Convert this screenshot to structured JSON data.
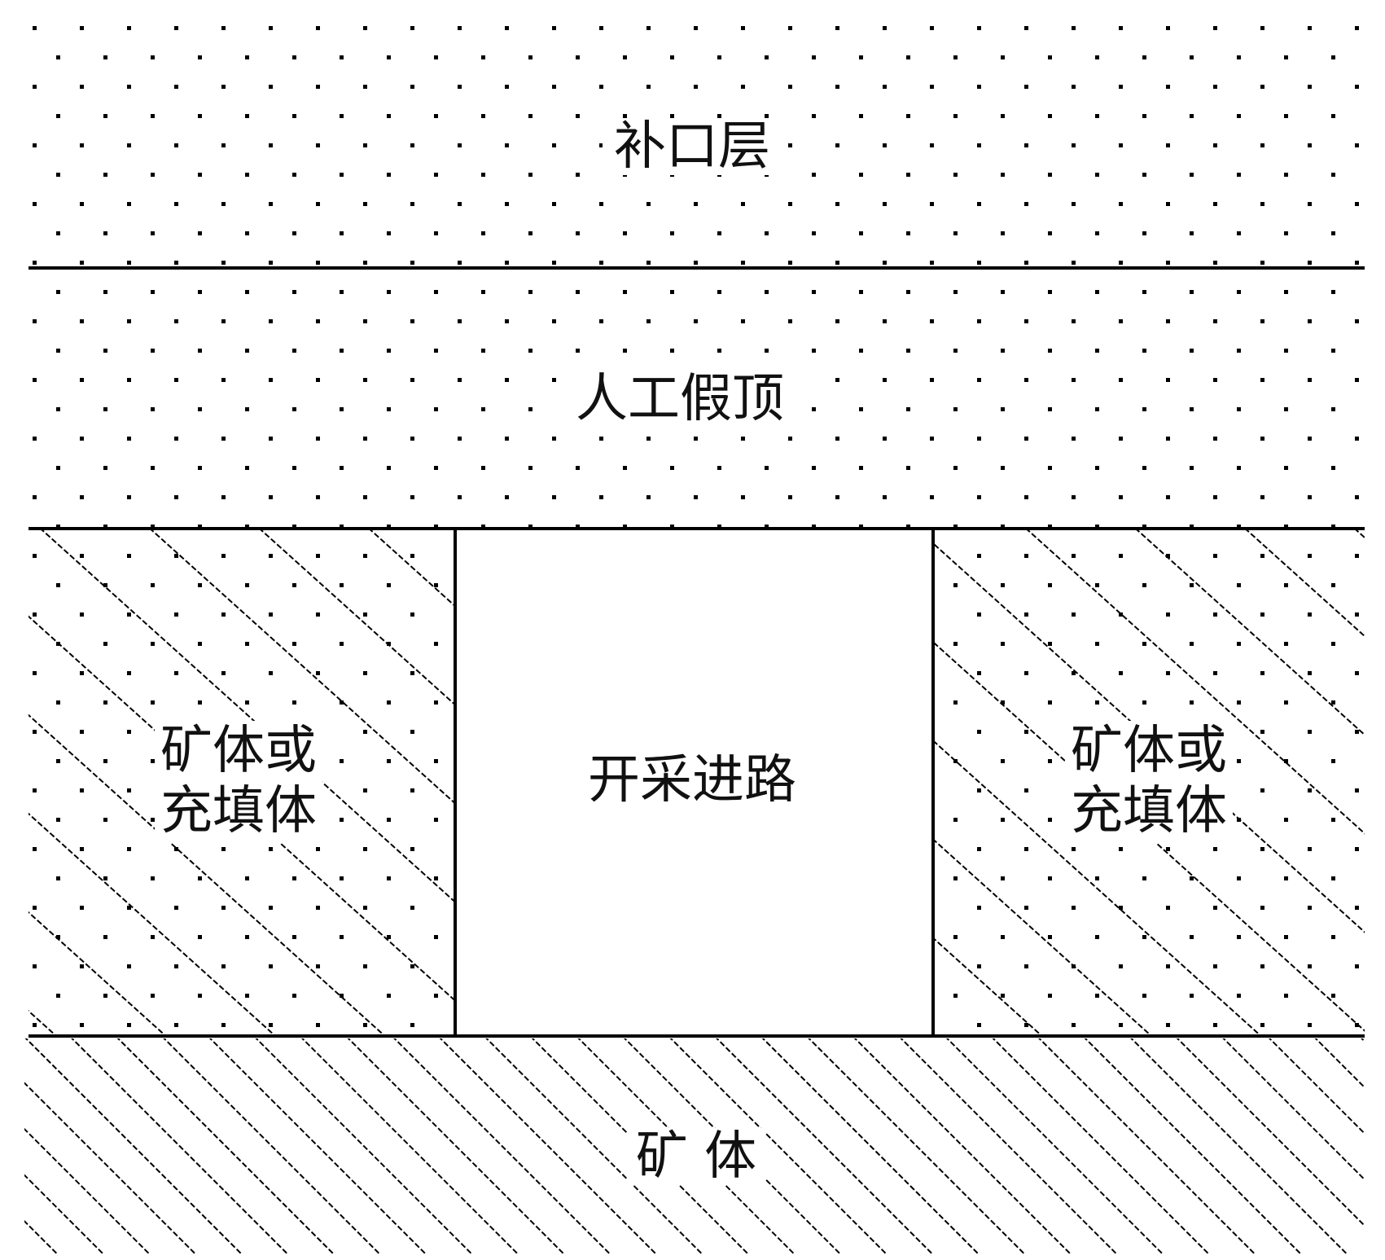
{
  "layers": {
    "patch_layer": "补口层",
    "artificial_roof": "人工假顶",
    "left_wall_line1": "矿体或",
    "left_wall_line2": "充填体",
    "drift": "开采进路",
    "right_wall_line1": "矿体或",
    "right_wall_line2": "充填体",
    "ore_body": "矿 体"
  },
  "colors": {
    "line": "#000000",
    "background": "#ffffff"
  }
}
